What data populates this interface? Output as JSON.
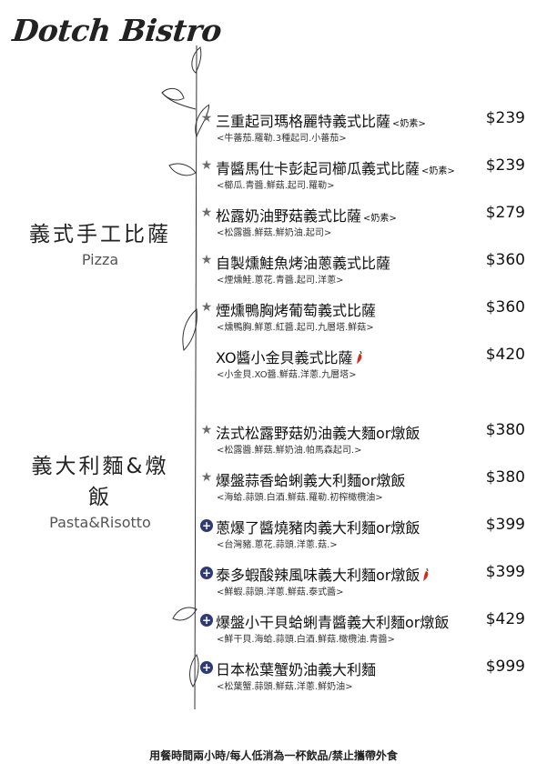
{
  "brand": {
    "logo_text": "Dotch Bistro"
  },
  "sections": [
    {
      "title_zh": "義式手工比薩",
      "title_en": "Pizza",
      "items": [
        {
          "name": "三重起司瑪格麗特義式比薩",
          "tag": "<奶素>",
          "desc": "<牛蕃茄.羅勒.3種起司.小蕃茄>",
          "price": "$239",
          "marker": "star",
          "spicy": false
        },
        {
          "name": "青醬馬仕卡彭起司櫛瓜義式比薩",
          "tag": "<奶素>",
          "desc": "<櫛瓜.青醬.鮮菇.起司.羅勒>",
          "price": "$239",
          "marker": "star",
          "spicy": false
        },
        {
          "name": "松露奶油野菇義式比薩",
          "tag": "<奶素>",
          "desc": "<松露醬.鮮菇.鮮奶油.起司>",
          "price": "$279",
          "marker": "star",
          "spicy": false
        },
        {
          "name": "自製燻鮭魚烤油蔥義式比薩",
          "tag": "",
          "desc": "<煙燻鮭.蔥花.青醬.起司.洋蔥>",
          "price": "$360",
          "marker": "star",
          "spicy": false
        },
        {
          "name": "煙燻鴨胸烤葡萄義式比薩",
          "tag": "",
          "desc": "<燻鴨胸.鮮蔥.紅醬.起司.九層塔.鮮菇>",
          "price": "$360",
          "marker": "star",
          "spicy": false
        },
        {
          "name": "XO醬小金貝義式比薩",
          "tag": "",
          "desc": "<小金貝.XO醬.鮮菇.洋蔥.九層塔>",
          "price": "$420",
          "marker": "none",
          "spicy": true
        }
      ]
    },
    {
      "title_zh": "義大利麵&燉飯",
      "title_en": "Pasta&Risotto",
      "items": [
        {
          "name": "法式松露野菇奶油義大麵or燉飯",
          "tag": "",
          "desc": "<松露醬.鮮菇.鮮奶油.帕馬森起司.>",
          "price": "$380",
          "marker": "star",
          "spicy": false
        },
        {
          "name": "爆盤蒜香蛤蜊義大利麵or燉飯",
          "tag": "",
          "desc": "<海蛤.蒜頭.白酒.鮮菇.羅勒.初榨橄欖油>",
          "price": "$380",
          "marker": "star",
          "spicy": false
        },
        {
          "name": "蔥爆了醬燒豬肉義大利麵or燉飯",
          "tag": "",
          "desc": "<台灣豬.蔥花.蒜頭.洋蔥.菇.>",
          "price": "$399",
          "marker": "plus",
          "spicy": false
        },
        {
          "name": "泰多蝦酸辣風味義大利麵or燉飯",
          "tag": "",
          "desc": "<鮮蝦.蒜頭.洋蔥.鮮菇.泰式醬>",
          "price": "$399",
          "marker": "plus",
          "spicy": true
        },
        {
          "name": "爆盤小干貝蛤蜊青醬義大利麵or燉飯",
          "tag": "",
          "desc": "<鮮干貝.海蛤.蒜頭.白酒.鮮菇.橄欖油.青醬>",
          "price": "$429",
          "marker": "plus",
          "spicy": false
        },
        {
          "name": "日本松葉蟹奶油義大利麵",
          "tag": "",
          "desc": "<松葉蟹.蒜頭.鮮菇.洋蔥.鮮奶油>",
          "price": "$999",
          "marker": "plus",
          "spicy": false
        }
      ]
    }
  ],
  "footer": {
    "note": "用餐時間兩小時/每人低消為一杯飲品/禁止攜帶外食"
  },
  "colors": {
    "text": "#111111",
    "marker_star": "#6d6d6d",
    "marker_plus": "#2f3a73",
    "chili": "#d62a1e"
  }
}
